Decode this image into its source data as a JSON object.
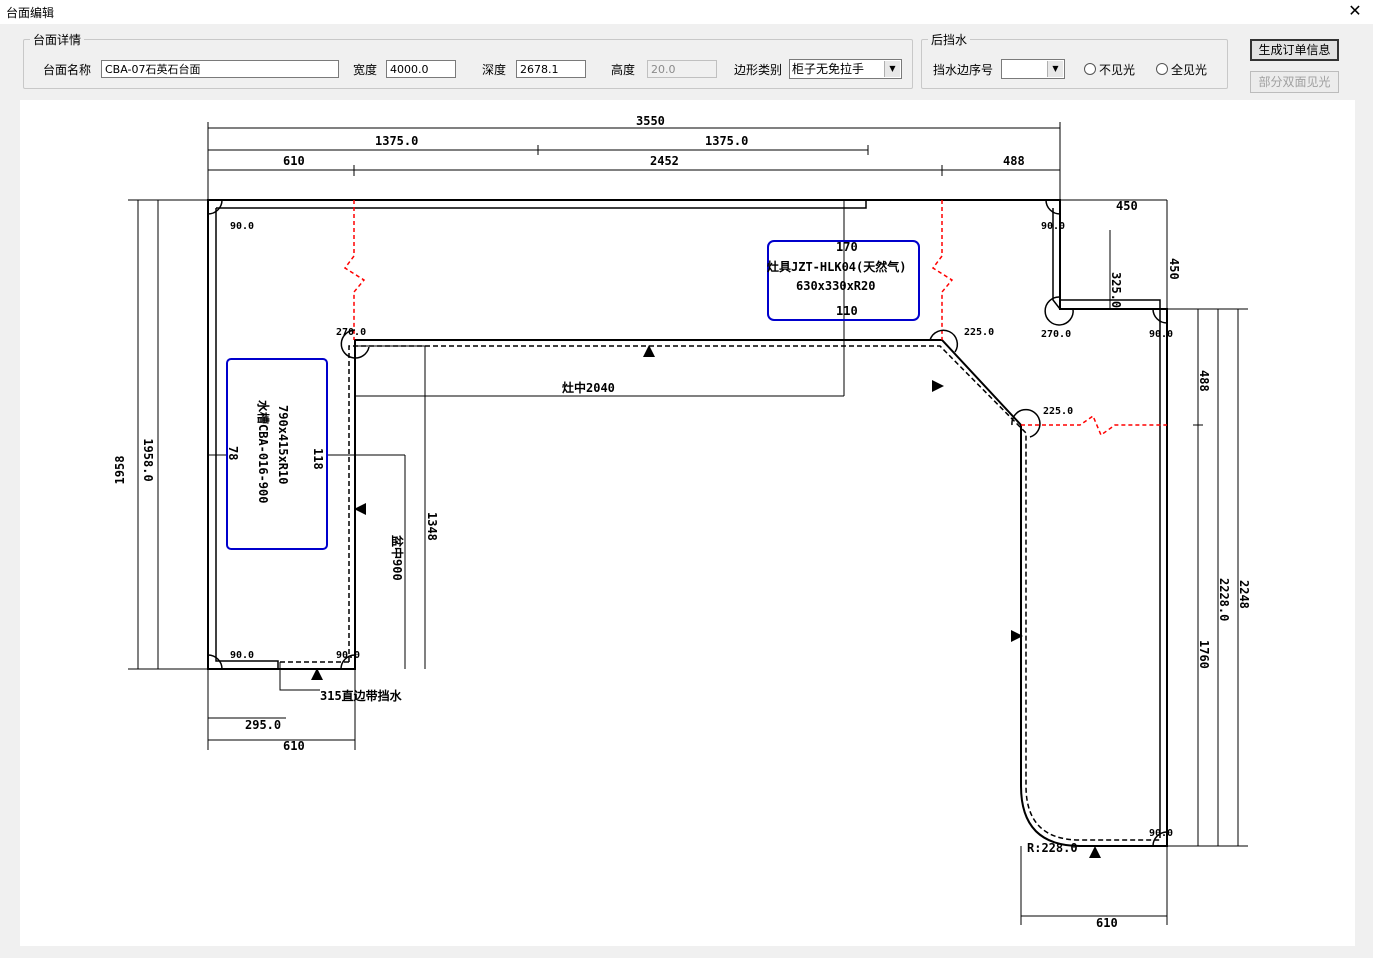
{
  "window": {
    "title": "台面编辑",
    "close_label": "✕"
  },
  "details": {
    "legend": "台面详情",
    "name_label": "台面名称",
    "name_value": "CBA-07石英石台面",
    "width_label": "宽度",
    "width_value": "4000.0",
    "depth_label": "深度",
    "depth_value": "2678.1",
    "height_label": "高度",
    "height_value": "20.0",
    "edge_label": "边形类别",
    "edge_value": "柜子无免拉手"
  },
  "backsplash": {
    "legend": "后挡水",
    "seq_label": "挡水边序号",
    "seq_value": "",
    "radio_invisible": "不见光",
    "radio_full": "全见光"
  },
  "buttons": {
    "generate": "生成订单信息",
    "partial": "部分双面见光"
  },
  "drawing": {
    "colors": {
      "outline": "#000000",
      "cut": "#ff0000",
      "fixture": "#0000cc"
    },
    "top_dims": {
      "total": "3550",
      "half_left": "1375.0",
      "half_right": "1375.0",
      "left": "610",
      "mid": "2452",
      "right": "488"
    },
    "right_dims": {
      "top_width": "450",
      "notch_depth": "325.0",
      "notch_height": "450",
      "seg_a": "488",
      "seg_b": "1760",
      "side_a": "2228.0",
      "side_b": "2248",
      "bottom_width": "610",
      "radius": "R:228.0"
    },
    "left_dims": {
      "outer": "1958",
      "inner": "1958.0"
    },
    "bottom_dims": {
      "a": "295.0",
      "b": "610",
      "backsplash_note": "315直边带挡水"
    },
    "angles": {
      "tl": "90.0",
      "tr": "90.0",
      "inner_tl": "270.0",
      "inner_tr": "270.0",
      "tr_outer": "90.0",
      "bend1": "225.0",
      "bend2": "225.0",
      "bl": "90.0",
      "bl_inner": "90.0",
      "br": "90.0"
    },
    "inner_dims": {
      "stove_center": "灶中2040",
      "sink_center": "盆中900",
      "v1348": "1348",
      "stove_top": "170",
      "stove_bottom": "110",
      "sink_left": "78",
      "sink_right": "118"
    },
    "stove": {
      "line1": "灶具JZT-HLK04(天然气)",
      "line2": "630x330xR20"
    },
    "sink": {
      "line1": "水槽CBA-016-900",
      "line2": "790x415xR10"
    }
  }
}
